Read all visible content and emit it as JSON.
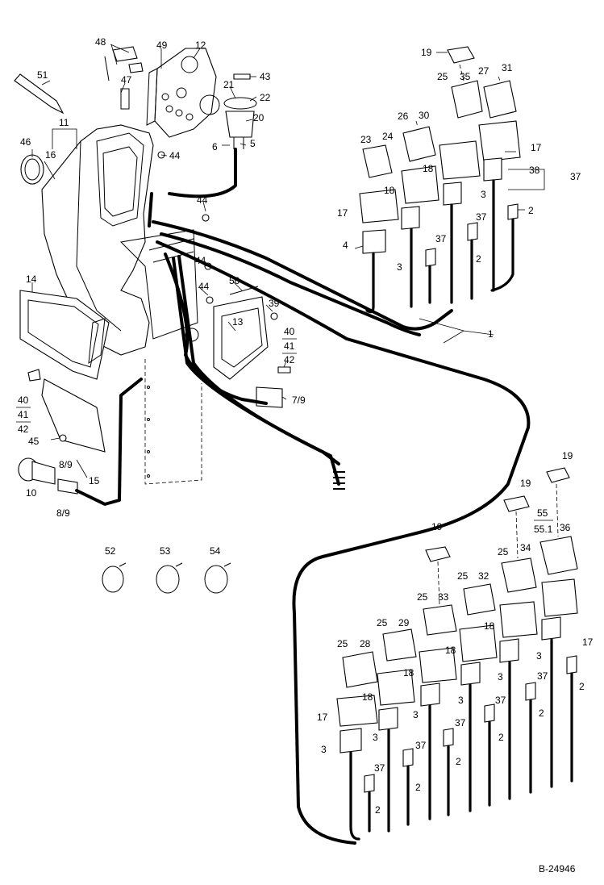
{
  "drawing_number": "B-24946",
  "callouts": {
    "n1": "1",
    "n2": "2",
    "n3": "3",
    "n4": "4",
    "n5": "5",
    "n6": "6",
    "n7_9": "7/9",
    "n8_9": "8/9",
    "n10": "10",
    "n11": "11",
    "n12": "12",
    "n13": "13",
    "n14": "14",
    "n15": "15",
    "n16": "16",
    "n17": "17",
    "n18": "18",
    "n19": "19",
    "n20": "20",
    "n21": "21",
    "n22": "22",
    "n23": "23",
    "n24": "24",
    "n25": "25",
    "n26": "26",
    "n27": "27",
    "n28": "28",
    "n29": "29",
    "n30": "30",
    "n31": "31",
    "n32": "32",
    "n33": "33",
    "n34": "34",
    "n35": "35",
    "n36": "36",
    "n37": "37",
    "n38": "38",
    "n39": "39",
    "n40": "40",
    "n41": "41",
    "n42": "42",
    "n43": "43",
    "n44": "44",
    "n45": "45",
    "n46": "46",
    "n47": "47",
    "n48": "48",
    "n49": "49",
    "n50": "50",
    "n51": "51",
    "n52": "52",
    "n53": "53",
    "n54": "54",
    "n55": "55",
    "n55_1": "55.1"
  }
}
